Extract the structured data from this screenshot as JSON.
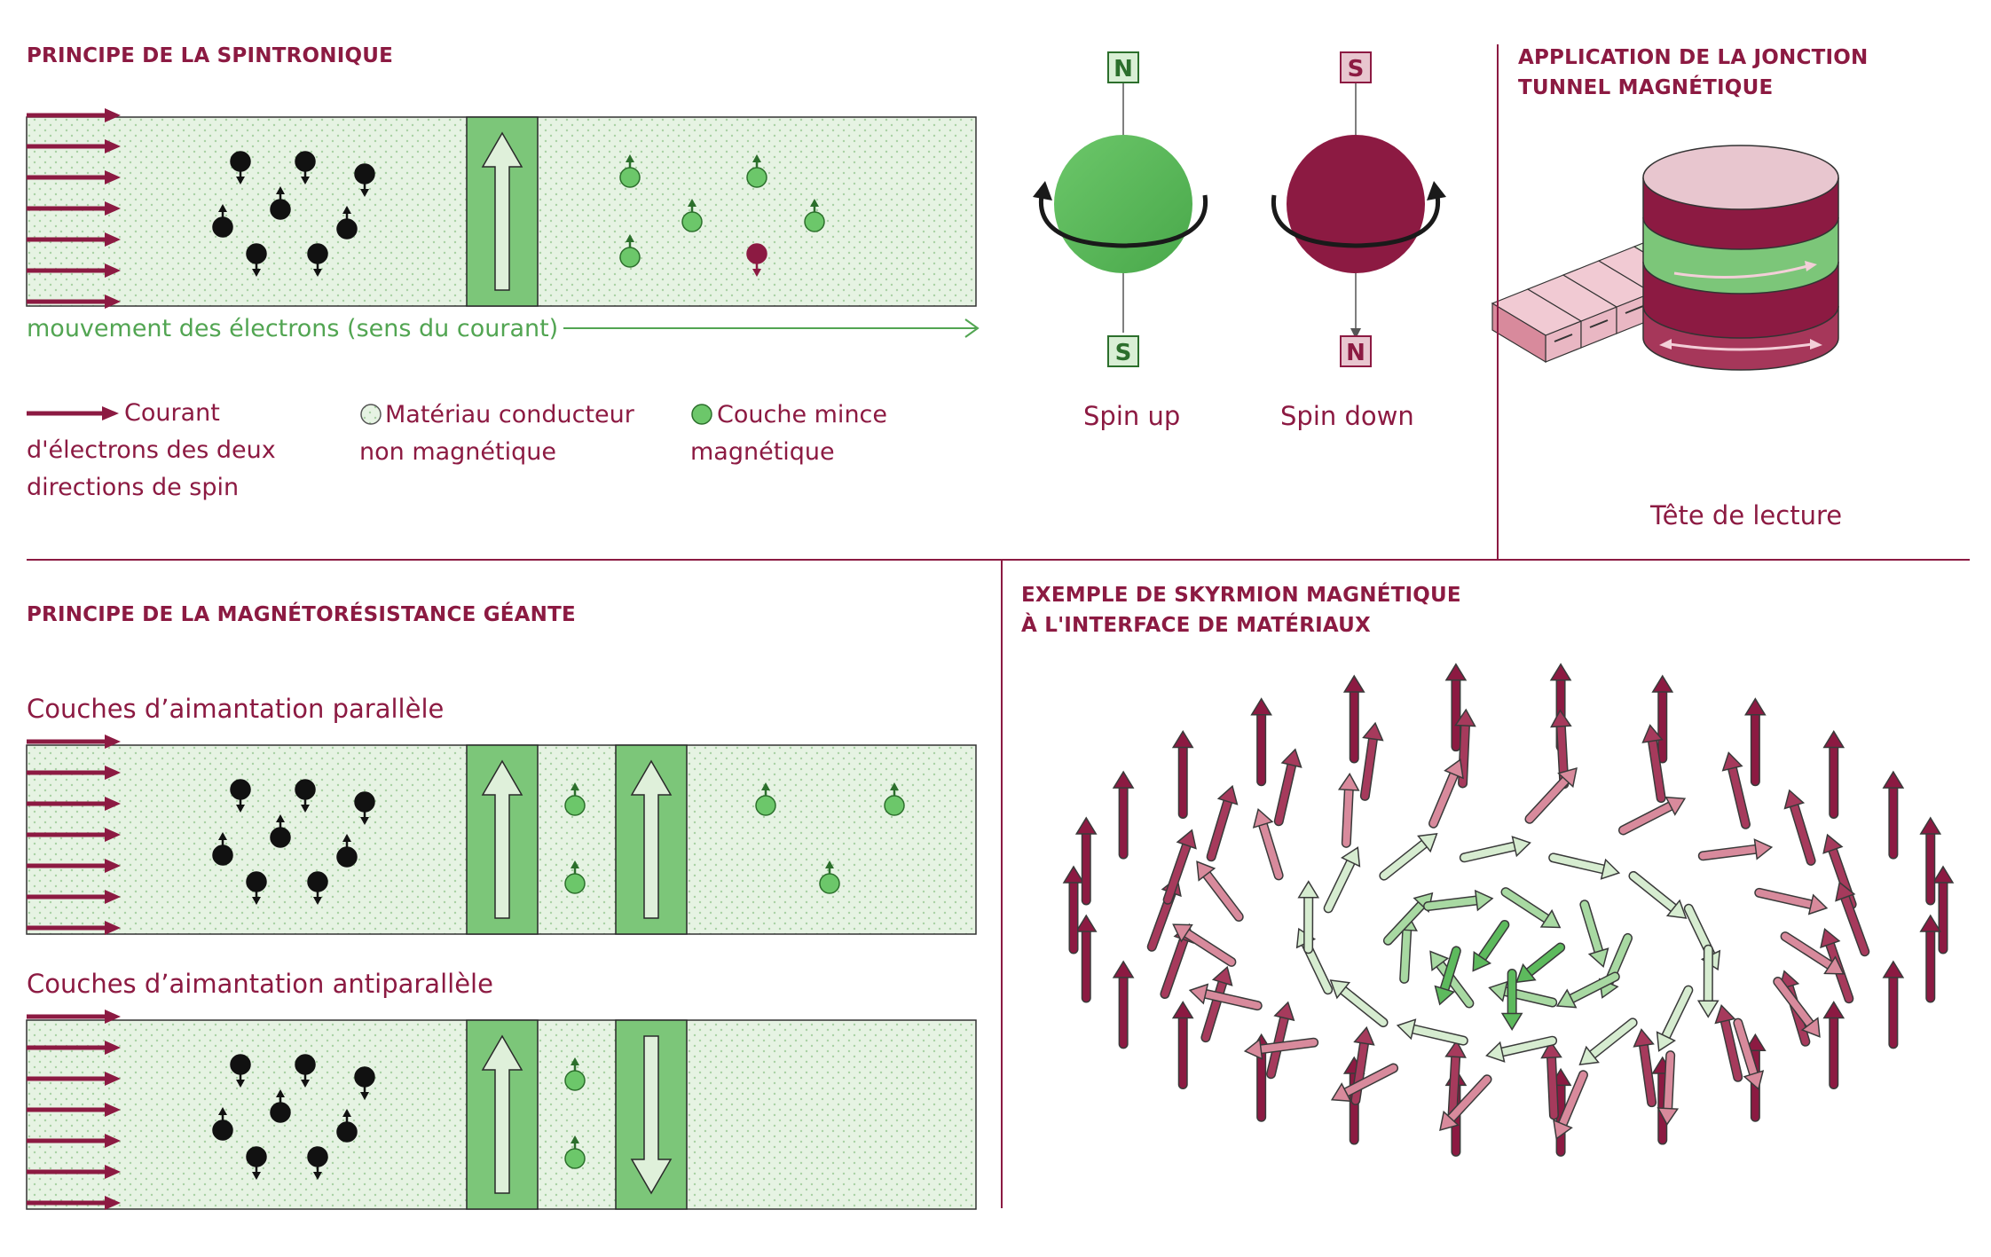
{
  "sections": {
    "spintronique": {
      "title": "PRINCIPE DE LA SPINTRONIQUE",
      "current_label": "mouvement des électrons (sens du courant)"
    },
    "spin": {
      "up_label": "Spin up",
      "down_label": "Spin down",
      "pole_n": "N",
      "pole_s": "S"
    },
    "jonction": {
      "title_line1": "APPLICATION DE LA JONCTION",
      "title_line2": "TUNNEL MAGNÉTIQUE",
      "caption": "Tête de lecture"
    },
    "gmr": {
      "title": "PRINCIPE DE LA MAGNÉTORÉSISTANCE GÉANTE",
      "parallel_label": "Couches d’aimantation parallèle",
      "antiparallel_label": "Couches d’aimantation antiparallèle"
    },
    "skyrmion": {
      "title_line1": "EXEMPLE DE SKYRMION MAGNÉTIQUE",
      "title_line2": "À L'INTERFACE DE MATÉRIAUX"
    }
  },
  "legend": {
    "current_line1": "Courant",
    "current_line2": "d'électrons des deux",
    "current_line3": "directions de spin",
    "conductor_line1": "Matériau conducteur",
    "conductor_line2": "non magnétique",
    "thin_line1": "Couche mince",
    "thin_line2": "magnétique"
  },
  "colors": {
    "primary": "#8c1a42",
    "green": "#5dba5d",
    "green_light": "#c9e6c4",
    "pink_light": "#e8c6cf",
    "pink_mid": "#d88a9c",
    "panel": "#e6f3e3"
  }
}
